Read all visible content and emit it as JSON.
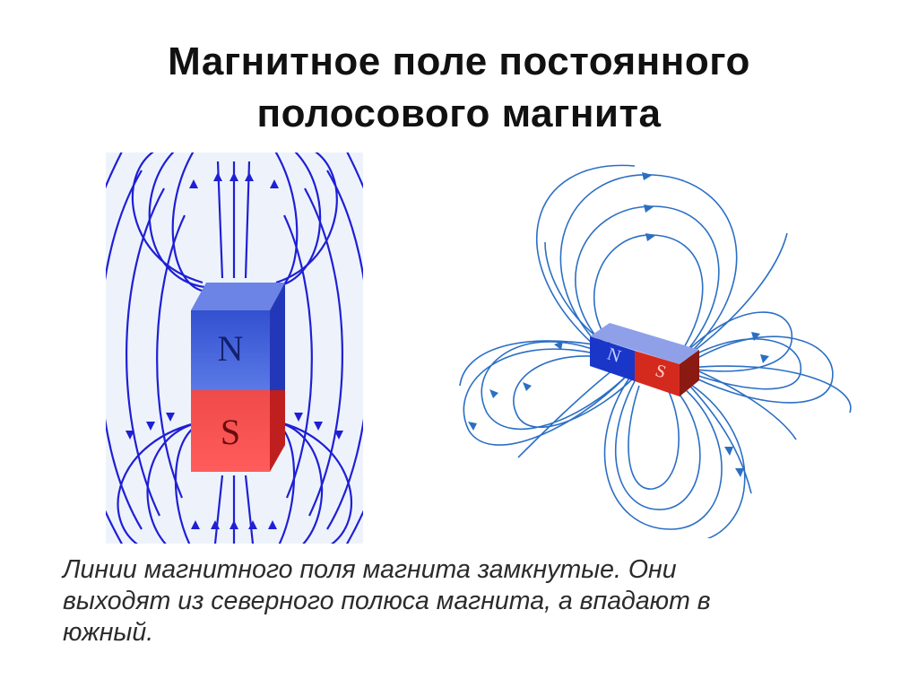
{
  "slide": {
    "title_line1": "Магнитное поле постоянного",
    "title_line2": "полосового магнита",
    "caption_line1": "Линии магнитного поля магнита замкнутые. Они",
    "caption_line2": "выходят из северного полюса магнита, а впадают в",
    "caption_line3": "южный."
  },
  "left_figure": {
    "north_label": "N",
    "south_label": "S",
    "colors": {
      "background": "#eef3fb",
      "field_line": "#1f1fd6",
      "north": "#3a55d6",
      "south": "#e83a3a"
    }
  },
  "right_figure": {
    "north_label": "N",
    "south_label": "S",
    "colors": {
      "field_line": "#2b6fc4",
      "north": "#1a36c9",
      "south": "#d42a1e"
    }
  }
}
